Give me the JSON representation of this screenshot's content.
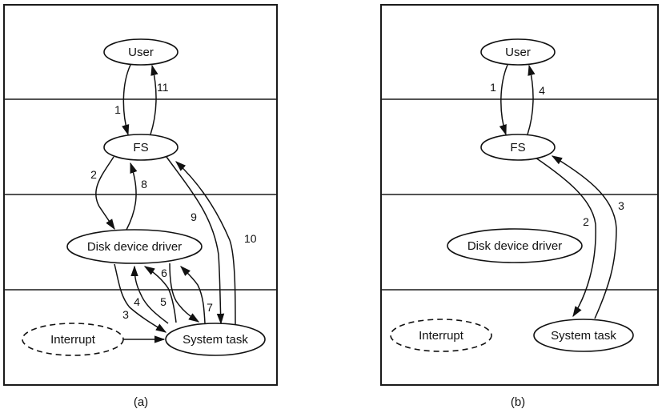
{
  "panels": [
    {
      "id": "a",
      "caption": "(a)",
      "nodes": {
        "user": "User",
        "fs": "FS",
        "driver": "Disk device driver",
        "interrupt": "Interrupt",
        "system": "System task"
      },
      "edges": [
        {
          "label": "1",
          "from": "User",
          "to": "FS"
        },
        {
          "label": "2",
          "from": "FS",
          "to": "Disk device driver"
        },
        {
          "label": "3",
          "from": "Disk device driver",
          "to": "System task"
        },
        {
          "label": "4",
          "from": "System task",
          "to": "Disk device driver"
        },
        {
          "label": "5",
          "from": "System task",
          "to": "Disk device driver"
        },
        {
          "label": "6",
          "from": "Disk device driver",
          "to": "System task"
        },
        {
          "label": "7",
          "from": "System task",
          "to": "Disk device driver"
        },
        {
          "label": "8",
          "from": "Disk device driver",
          "to": "FS"
        },
        {
          "label": "9",
          "from": "FS",
          "to": "System task"
        },
        {
          "label": "10",
          "from": "System task",
          "to": "FS"
        },
        {
          "label": "11",
          "from": "FS",
          "to": "User"
        },
        {
          "label": "",
          "from": "Interrupt",
          "to": "System task"
        }
      ]
    },
    {
      "id": "b",
      "caption": "(b)",
      "nodes": {
        "user": "User",
        "fs": "FS",
        "driver": "Disk device driver",
        "interrupt": "Interrupt",
        "system": "System task"
      },
      "edges": [
        {
          "label": "1",
          "from": "User",
          "to": "FS"
        },
        {
          "label": "2",
          "from": "FS",
          "to": "System task"
        },
        {
          "label": "3",
          "from": "System task",
          "to": "FS"
        },
        {
          "label": "4",
          "from": "FS",
          "to": "User"
        }
      ]
    }
  ]
}
